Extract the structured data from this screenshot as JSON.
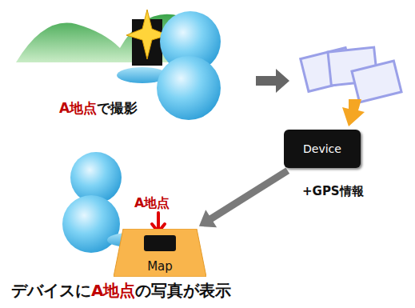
{
  "diagram": {
    "caption": "デバイスにA地点の写真が表示",
    "nodes": [
      {
        "text": [
          "Device"
        ]
      },
      {
        "text": [
          "Map"
        ]
      }
    ],
    "edges": [
      {
        "from": 0,
        "to": 1,
        "arrow": "to"
      }
    ],
    "labels": [
      "A地点で撮影",
      "+GPS情報",
      "A地点"
    ]
  }
}
